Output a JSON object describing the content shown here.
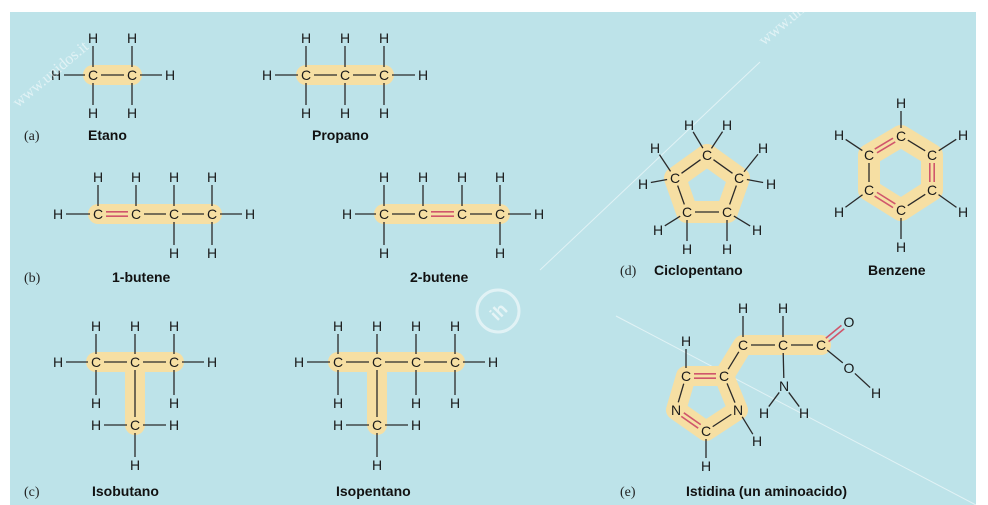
{
  "atoms": {
    "carbon": "C",
    "hydrogen": "H",
    "nitrogen": "N",
    "oxygen": "O"
  },
  "panels": [
    {
      "label": "(a)",
      "names": [
        "Etano",
        "Propano"
      ]
    },
    {
      "label": "(b)",
      "names": [
        "1-butene",
        "2-butene"
      ]
    },
    {
      "label": "(c)",
      "names": [
        "Isobutano",
        "Isopentano"
      ]
    },
    {
      "label": "(d)",
      "names": [
        "Ciclopentano",
        "Benzene"
      ]
    },
    {
      "label": "(e)",
      "names": [
        "Istidina (un aminoacido)"
      ]
    }
  ],
  "watermark": {
    "text": "www.unidos.it",
    "logo": "ih"
  },
  "colors": {
    "background": "#bde3e9",
    "highlight": "#f6dfa3",
    "double_bond": "#d0566c",
    "bond": "#2a2a2a"
  }
}
